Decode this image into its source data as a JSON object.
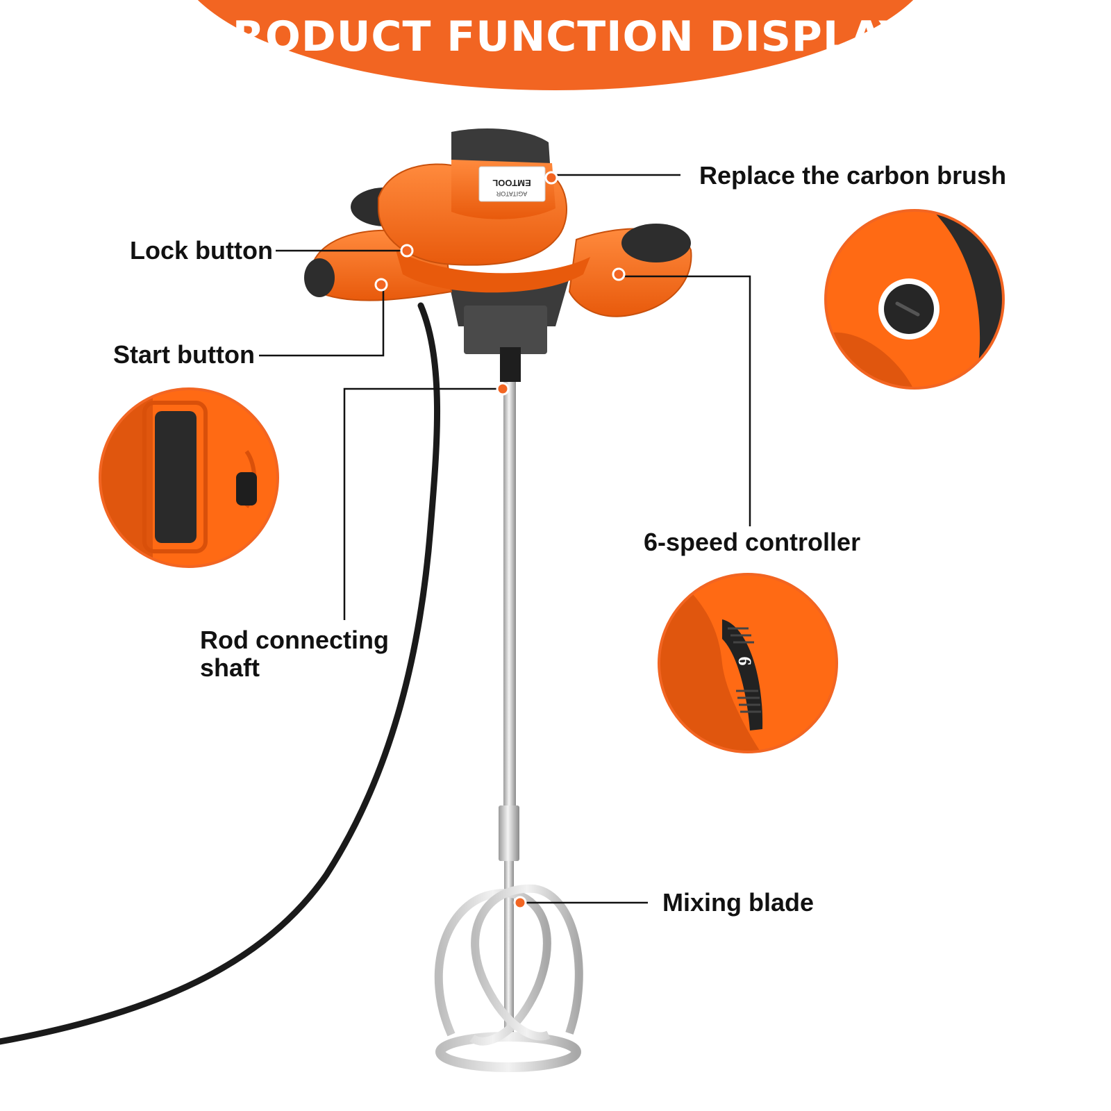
{
  "banner": {
    "title": "PRODUCT FUNCTION DISPLAY"
  },
  "product": {
    "brand_logo_text": "EMTOOL",
    "model_text": "AGITATOR",
    "dial_number": "6"
  },
  "callouts": {
    "carbon_brush": "Replace the carbon brush",
    "lock_button": "Lock button",
    "start_button": "Start button",
    "speed_controller": "6-speed controller",
    "rod_shaft_line1": "Rod connecting",
    "rod_shaft_line2": "shaft",
    "mixing_blade": "Mixing blade"
  },
  "colors": {
    "brand_orange": "#F26522",
    "body_orange": "#FF6A14",
    "dark_grip": "#2B2B2B",
    "text": "#111111",
    "leader_line": "#111111"
  }
}
